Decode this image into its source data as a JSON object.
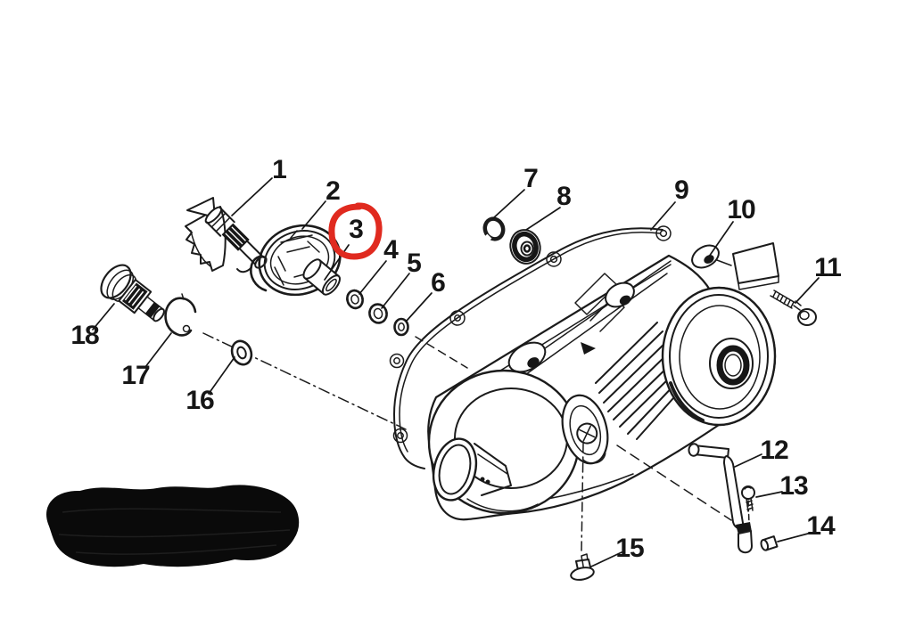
{
  "diagram": {
    "kind": "exploded-parts-line-drawing",
    "highlighted_part": "3",
    "colors": {
      "background": "#ffffff",
      "line": "#1b1b1b",
      "highlight_circle": "#e02a1f",
      "redaction_blob": "#0a0a0a"
    },
    "callouts": [
      {
        "label": "1"
      },
      {
        "label": "2"
      },
      {
        "label": "3"
      },
      {
        "label": "4"
      },
      {
        "label": "5"
      },
      {
        "label": "6"
      },
      {
        "label": "7"
      },
      {
        "label": "8"
      },
      {
        "label": "9"
      },
      {
        "label": "10"
      },
      {
        "label": "11"
      },
      {
        "label": "12"
      },
      {
        "label": "13"
      },
      {
        "label": "14"
      },
      {
        "label": "15"
      },
      {
        "label": "16"
      },
      {
        "label": "17"
      },
      {
        "label": "18"
      }
    ]
  }
}
